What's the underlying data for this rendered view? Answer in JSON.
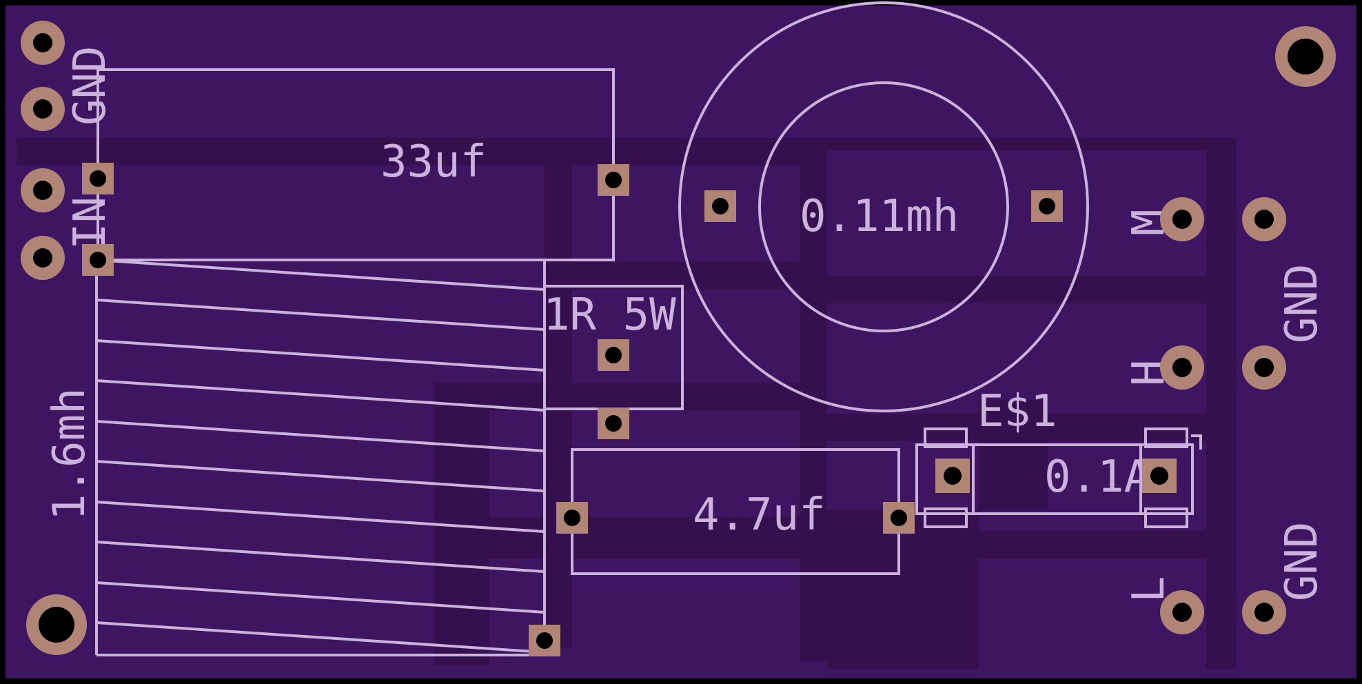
{
  "colors": {
    "board": "#3e1560",
    "pour": "#34104f",
    "silkscreen": "#cbb2dc",
    "pad": "#b08576",
    "outline": "#000000"
  },
  "labels": {
    "gnd_top": "GND",
    "in": "IN",
    "inductor_1": "1.6mh",
    "cap_33": "33uf",
    "res_1r": "1R 5W",
    "inductor_2": "0.11mh",
    "fuse_ref": "E$1",
    "fuse_val": "0.1A",
    "cap_47": "4.7uf",
    "m": "M",
    "h": "H",
    "l": "L",
    "gnd_right_1": "GND",
    "gnd_right_2": "GND"
  }
}
